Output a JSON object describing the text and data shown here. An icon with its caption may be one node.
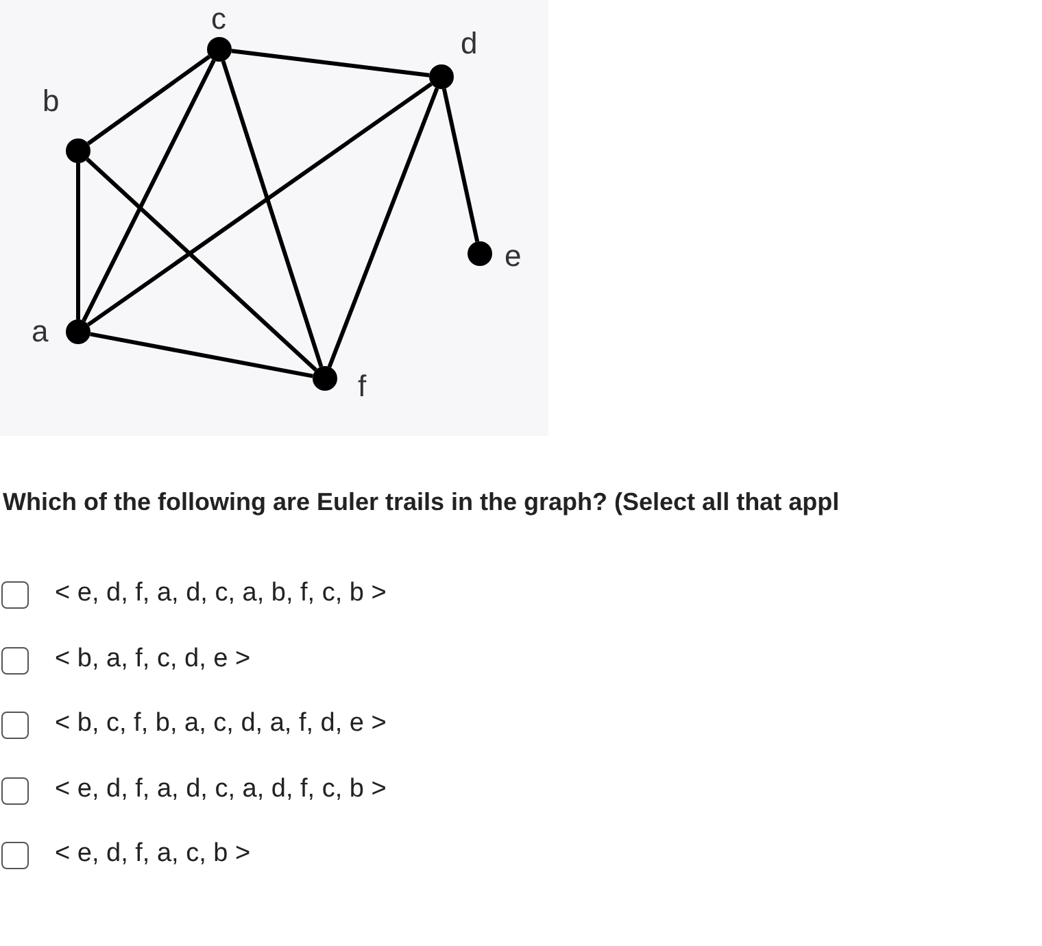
{
  "diagram": {
    "title": "Which of the following are Euler trails in the graph? (Select all that appl",
    "nodes": [
      {
        "text": [],
        "shape": "circle",
        "beside": [
          "c"
        ]
      },
      {
        "text": [],
        "shape": "circle",
        "beside": [
          "d"
        ]
      },
      {
        "text": [],
        "shape": "circle",
        "beside": [
          "b"
        ]
      },
      {
        "text": [],
        "shape": "circle",
        "beside": [
          "e"
        ]
      },
      {
        "text": [],
        "shape": "circle",
        "beside": [
          "a"
        ]
      },
      {
        "text": [],
        "shape": "circle",
        "beside": [
          "f"
        ]
      }
    ],
    "edges": [
      {
        "from": 0,
        "to": 1,
        "arrow": "none"
      },
      {
        "from": 0,
        "to": 2,
        "arrow": "none"
      },
      {
        "from": 0,
        "to": 4,
        "arrow": "none"
      },
      {
        "from": 0,
        "to": 5,
        "arrow": "none"
      },
      {
        "from": 1,
        "to": 4,
        "arrow": "none"
      },
      {
        "from": 1,
        "to": 5,
        "arrow": "none"
      },
      {
        "from": 1,
        "to": 3,
        "arrow": "none"
      },
      {
        "from": 2,
        "to": 4,
        "arrow": "none"
      },
      {
        "from": 2,
        "to": 5,
        "arrow": "none"
      },
      {
        "from": 4,
        "to": 5,
        "arrow": "none"
      }
    ],
    "labels": [
      "< e, d, f, a, d, c, a, b, f, c, b >",
      "< b, a, f, c, d, e >",
      "< b, c, f, b, a, c, d, a, f, d, e >",
      "< e, d, f, a, d, c, a, d, f, c, b >",
      "< e, d, f, a, c, b >"
    ]
  }
}
